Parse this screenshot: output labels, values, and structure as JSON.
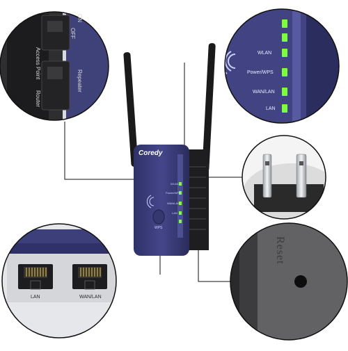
{
  "top_left_callout": {
    "switch_on": "ON",
    "switch_off": "OFF",
    "mode_repeater": "Repeater",
    "mode_access_point": "Access Point",
    "mode_router": "Router"
  },
  "top_right_callout": {
    "leds": [
      "WLAN",
      "Power/WPS",
      "WAN/LAN",
      "LAN"
    ]
  },
  "device": {
    "brand": "Coredy",
    "wps_label": "WPS",
    "led_labels": [
      "WLAN",
      "Power/WPS",
      "WAN/LAN",
      "LAN"
    ]
  },
  "bottom_left_callout": {
    "ports": [
      "LAN",
      "WAN/LAN"
    ]
  },
  "bottom_right_callout": {
    "reset_label": "Reset"
  },
  "colors": {
    "device_body": "#3d3f7a",
    "led_green": "#7cff3a",
    "circle_dark": "#2c2c2c",
    "reset_grey": "#5a5a5a"
  }
}
